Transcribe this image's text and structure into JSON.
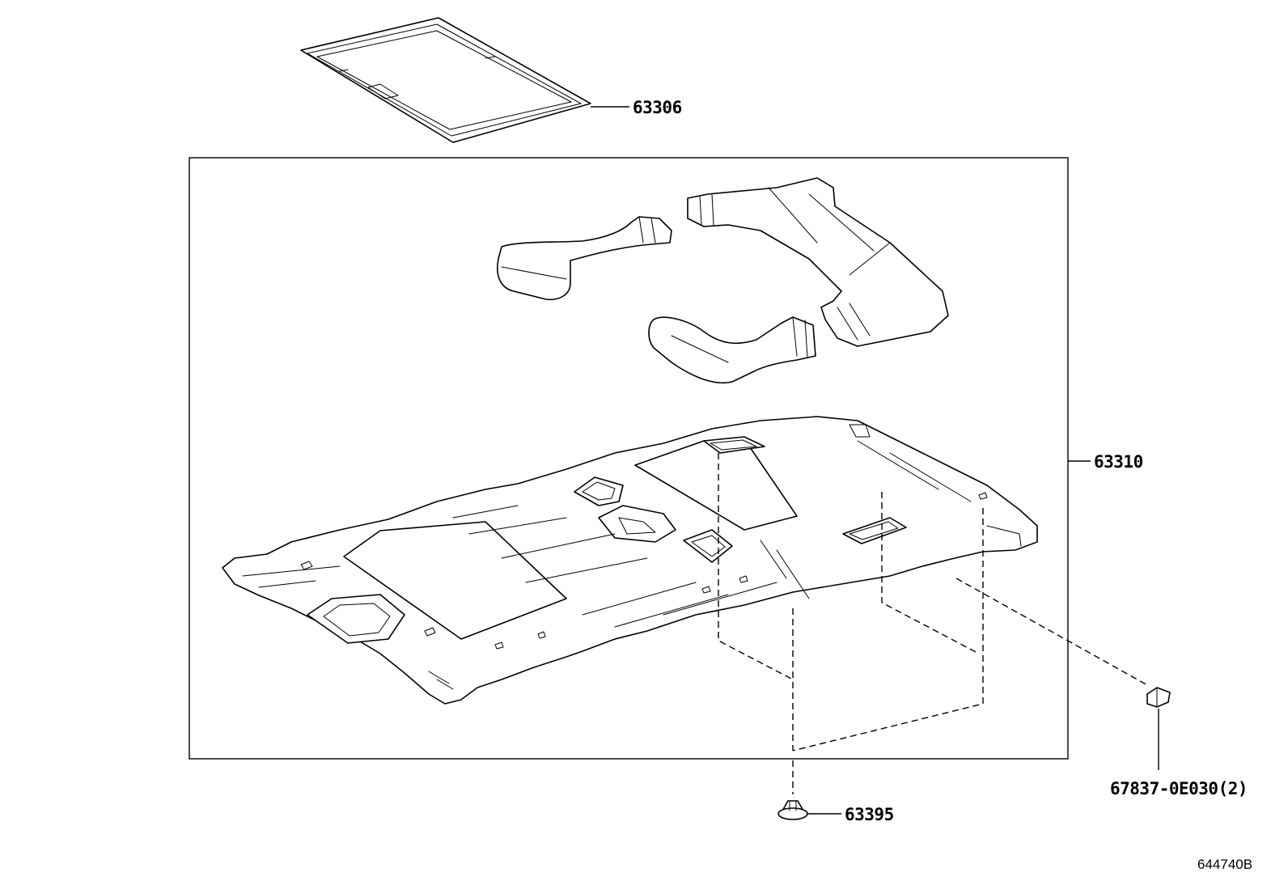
{
  "diagram": {
    "parts": {
      "sunshade": "63306",
      "headliner_assembly": "63310",
      "clip": "63395",
      "retainer": "67837-0E030(2)"
    },
    "drawing_id": "644740B"
  }
}
